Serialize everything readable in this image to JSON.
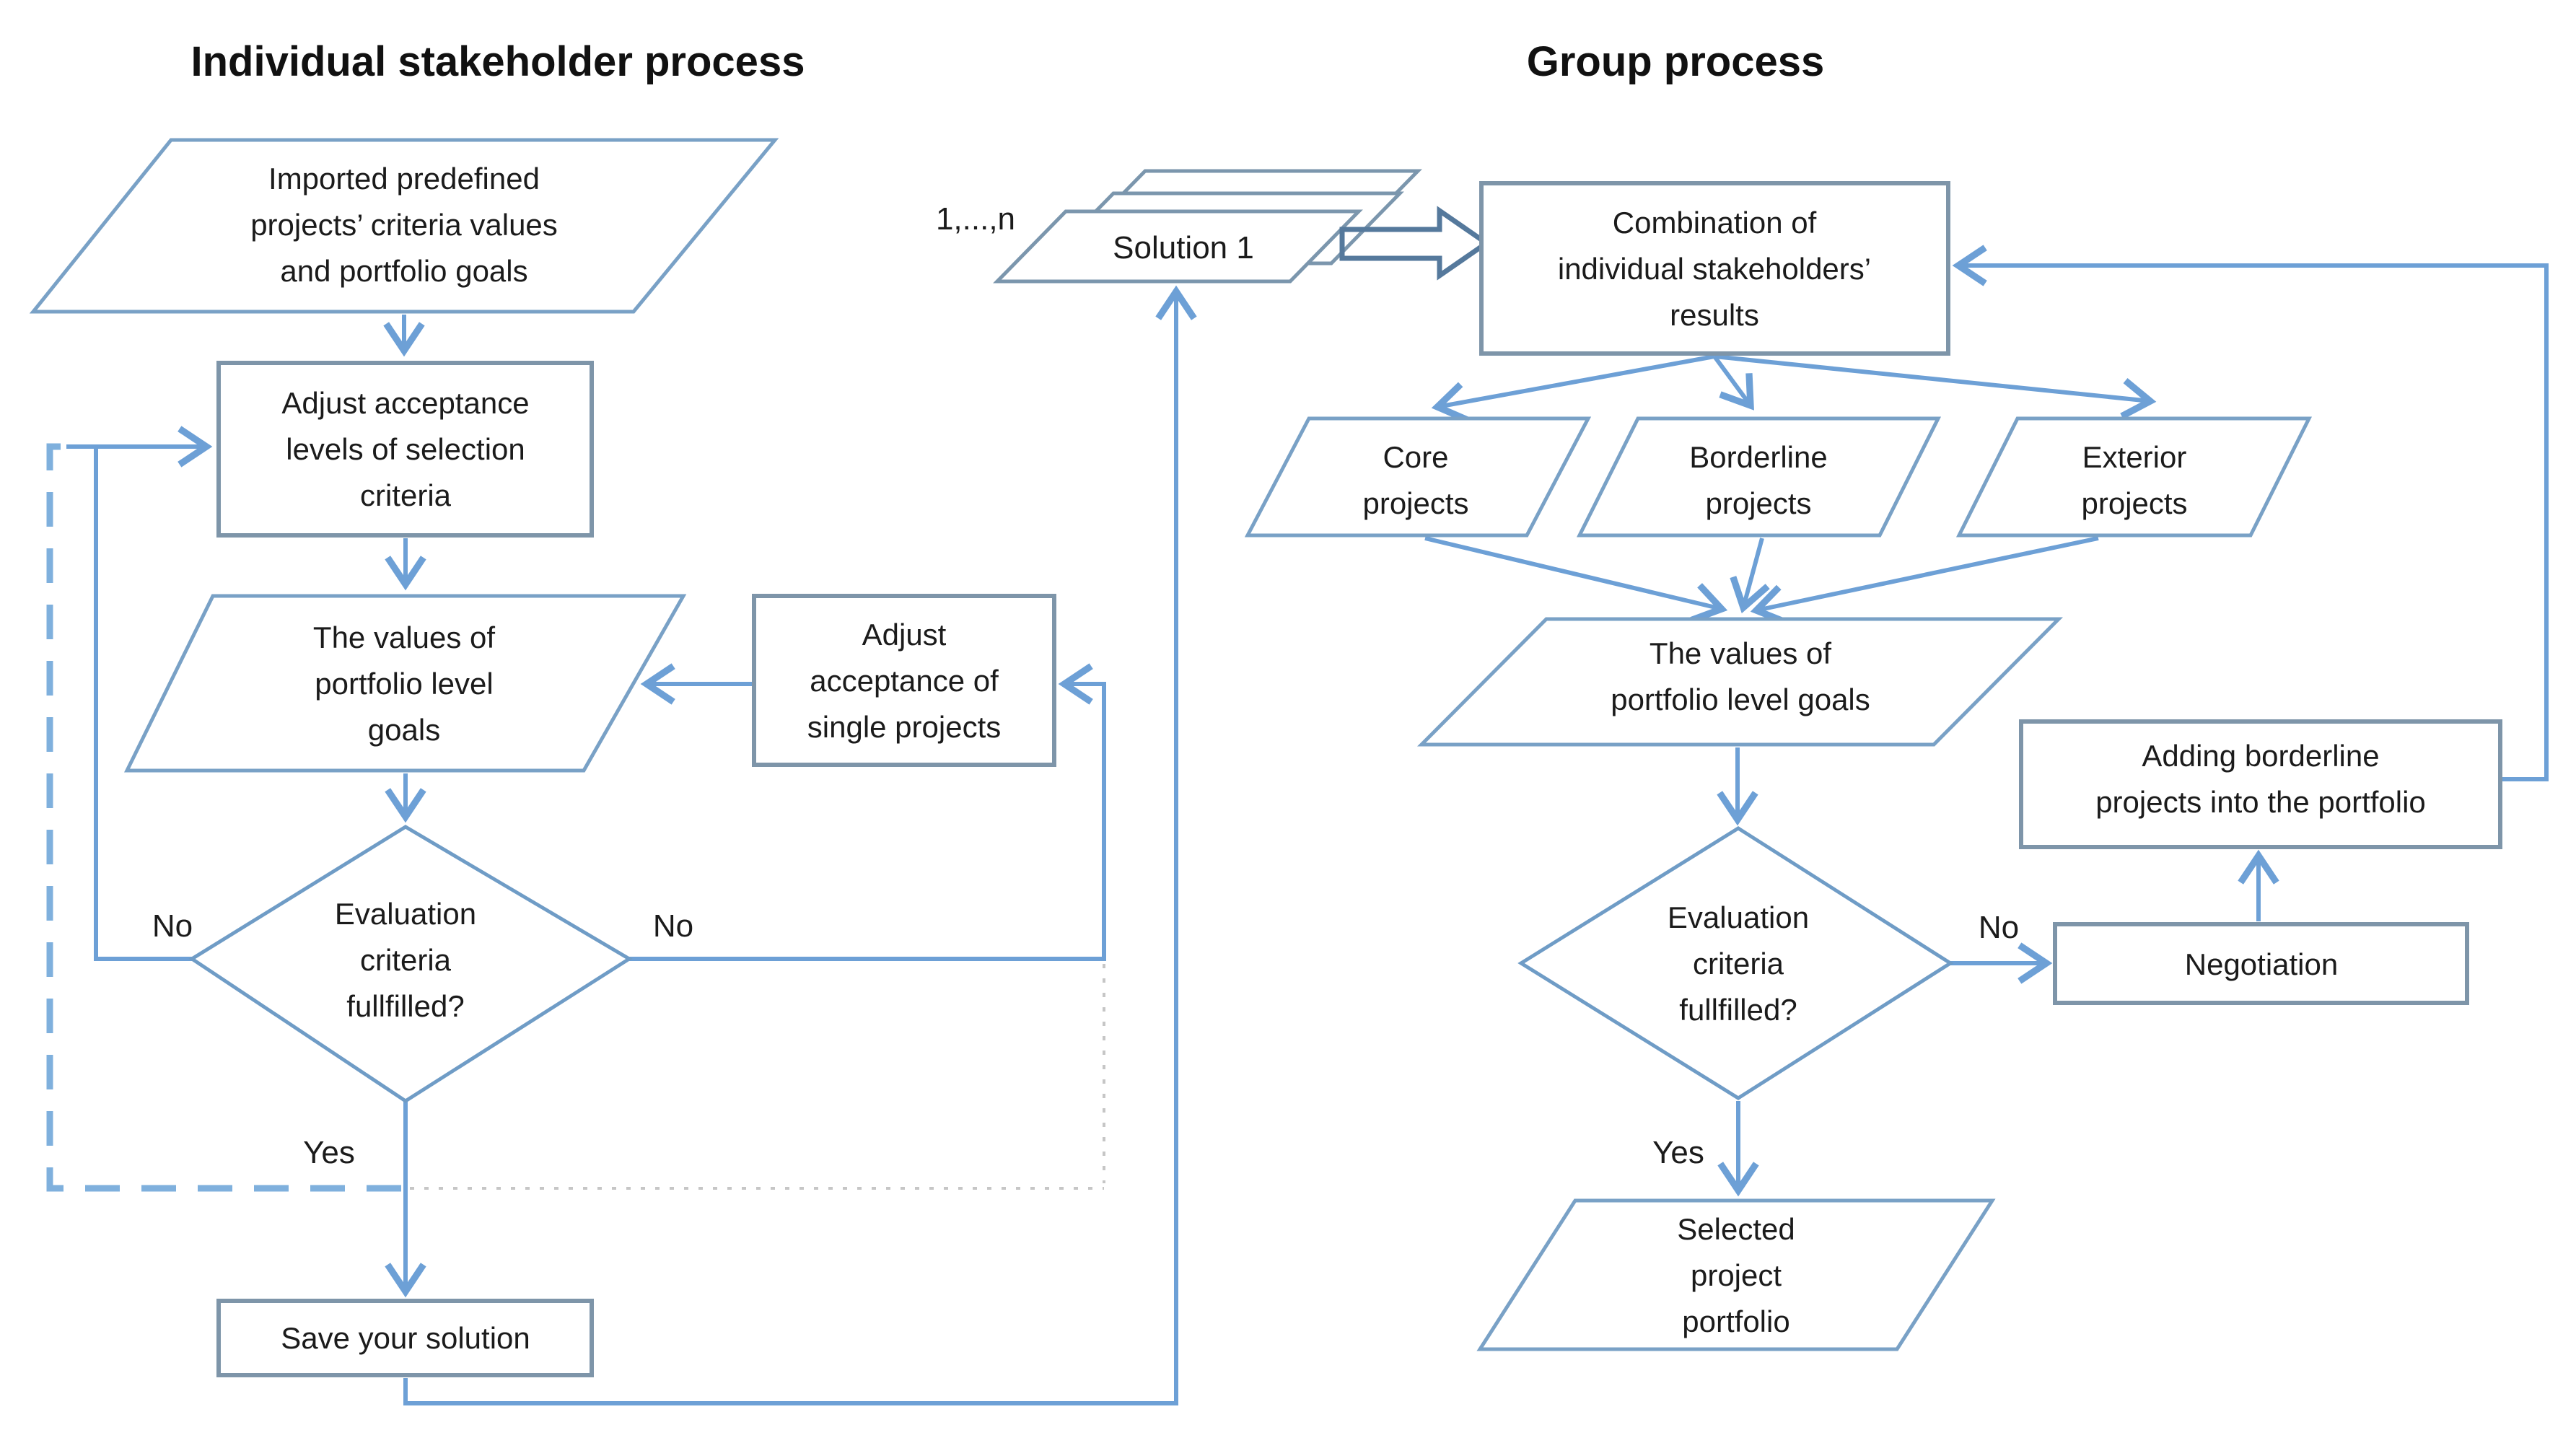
{
  "colors": {
    "arrow_blue": "#6da0d6",
    "dashed_blue": "#7fb0dd",
    "rect_border": "#7e95a9",
    "parallelogram_border": "#79a1c6",
    "diamond_border": "#6f9cc6",
    "dotted_gray": "#c6c6c6",
    "text": "#1b1b1b"
  },
  "left": {
    "title": "Individual stakeholder process",
    "imported_data": {
      "lines": [
        "Imported predefined",
        "projects’ criteria values",
        "and portfolio goals"
      ]
    },
    "adjust_levels": {
      "lines": [
        "Adjust acceptance",
        "levels of selection",
        "criteria"
      ]
    },
    "portfolio_goals": {
      "lines": [
        "The values of",
        "portfolio level",
        "goals"
      ]
    },
    "adjust_single": {
      "lines": [
        "Adjust",
        "acceptance of",
        "single projects"
      ]
    },
    "decision": {
      "lines": [
        "Evaluation",
        "criteria",
        "fullfilled?"
      ]
    },
    "save": {
      "label": "Save your solution"
    },
    "edge_labels": {
      "no_left": "No",
      "no_right": "No",
      "yes": "Yes"
    }
  },
  "middle": {
    "stack_label": "1,...,n",
    "solution_front": "Solution 1"
  },
  "right": {
    "title": "Group process",
    "combination": {
      "lines": [
        "Combination of",
        "individual stakeholders’",
        "results"
      ]
    },
    "core": {
      "lines": [
        "Core",
        "projects"
      ]
    },
    "borderline": {
      "lines": [
        "Borderline",
        "projects"
      ]
    },
    "exterior": {
      "lines": [
        "Exterior",
        "projects"
      ]
    },
    "portfolio_goals": {
      "lines": [
        "The values of",
        "portfolio level goals"
      ]
    },
    "decision": {
      "lines": [
        "Evaluation",
        "criteria",
        "fullfilled?"
      ]
    },
    "negotiation": {
      "label": "Negotiation"
    },
    "adding": {
      "lines": [
        "Adding borderline",
        "projects into the portfolio"
      ]
    },
    "selected": {
      "lines": [
        "Selected",
        "project",
        "portfolio"
      ]
    },
    "edge_labels": {
      "no": "No",
      "yes": "Yes"
    }
  }
}
